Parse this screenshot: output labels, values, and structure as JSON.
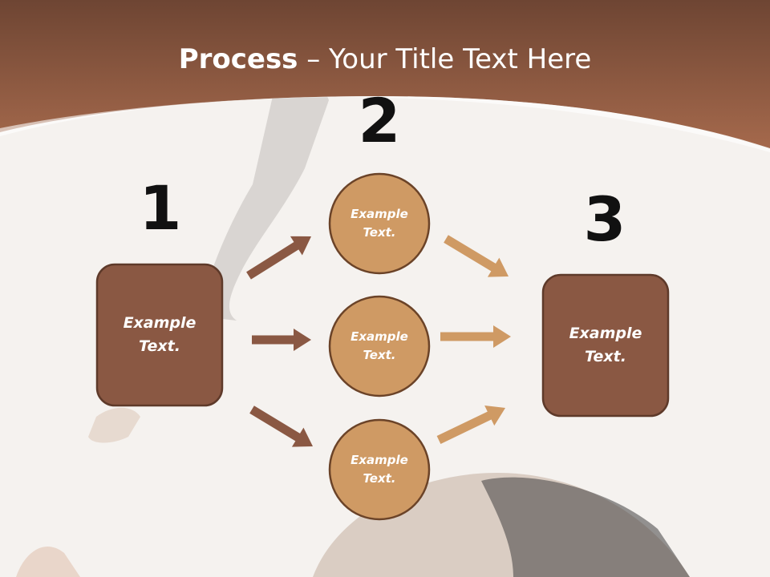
{
  "slide": {
    "title_strong": "Process",
    "title_rest": " – Your Title Text Here",
    "steps": [
      {
        "number": "1",
        "label": "Example\nText."
      },
      {
        "number": "2",
        "labels": [
          "Example\nText.",
          "Example\nText.",
          "Example\nText."
        ]
      },
      {
        "number": "3",
        "label": "Example\nText."
      }
    ]
  },
  "colors": {
    "header_brown": "#8f5a42",
    "box_fill": "#8a5843",
    "box_border": "#5e3a2a",
    "circle_fill": "#cf9a64",
    "circle_border": "#6b4328",
    "arrow_dark": "#8a5843",
    "arrow_light": "#cf9a64"
  }
}
